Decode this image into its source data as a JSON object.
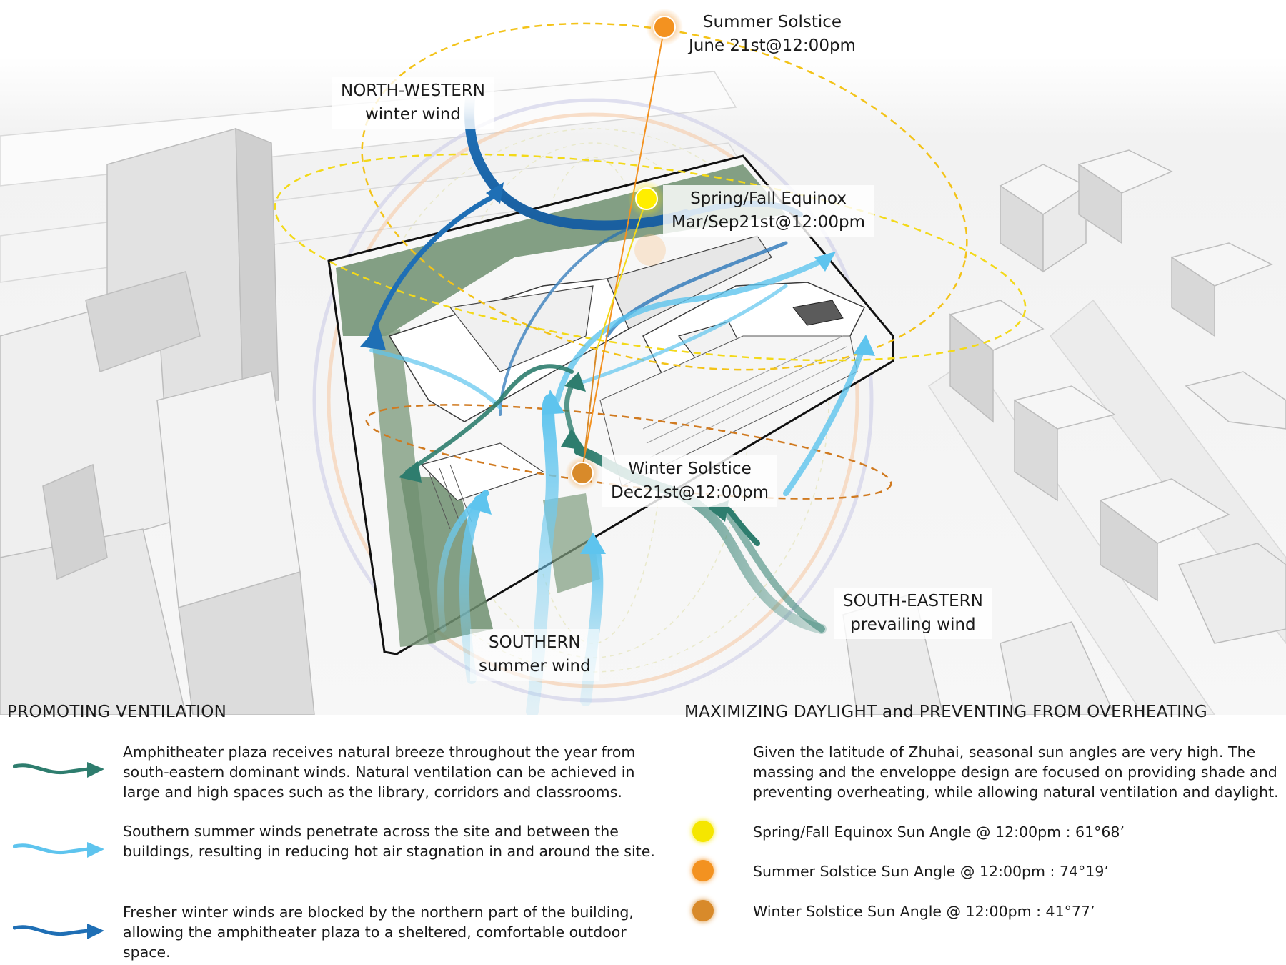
{
  "diagram": {
    "labels": {
      "summer_solstice": [
        "Summer Solstice",
        "June 21st@12:00pm"
      ],
      "north_western": [
        "NORTH-WESTERN",
        "winter wind"
      ],
      "equinox": [
        "Spring/Fall Equinox",
        "Mar/Sep21st@12:00pm"
      ],
      "winter_solstice": [
        "Winter Solstice",
        "Dec21st@12:00pm"
      ],
      "south_eastern": [
        "SOUTH-EASTERN",
        "prevailing wind"
      ],
      "southern": [
        "SOUTHERN",
        "summer wind"
      ]
    }
  },
  "ventilation": {
    "title": "PROMOTING VENTILATION",
    "items": [
      {
        "icon": "dark-teal-arrow-icon",
        "color": "#2e7d6e",
        "text": "Amphitheater plaza receives natural breeze throughout the year from south-eastern dominant winds. Natural ventilation can be achieved in large and high spaces such as the library, corridors and classrooms."
      },
      {
        "icon": "light-blue-arrow-icon",
        "color": "#5ec4ee",
        "text": "Southern summer winds penetrate across the site and between the buildings, resulting in reducing hot air stagnation in and around the site."
      },
      {
        "icon": "blue-arrow-icon",
        "color": "#1f6fb5",
        "text": "Fresher winter winds are blocked by the northern part of the building, allowing the amphitheater plaza to a sheltered, comfortable outdoor space."
      }
    ]
  },
  "daylight": {
    "title": "MAXIMIZING DAYLIGHT and  PREVENTING FROM OVERHEATING",
    "intro": "Given the latitude of Zhuhai, seasonal sun angles are very high. The massing and the enveloppe design are focused on providing shade and preventing overheating, while allowing natural ventilation and daylight.",
    "suns": [
      {
        "color": "#f5e600",
        "text": "Spring/Fall Equinox Sun Angle @ 12:00pm : 61°68’"
      },
      {
        "color": "#f39220",
        "text": "Summer Solstice Sun Angle @ 12:00pm : 74°19’"
      },
      {
        "color": "#d88a2a",
        "text": "Winter Solstice Sun Angle @ 12:00pm : 41°77’"
      }
    ]
  }
}
